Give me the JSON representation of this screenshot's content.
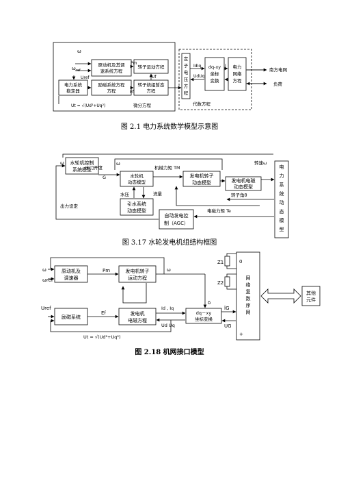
{
  "fig1": {
    "caption": "图 2.1  电力系统数学模型示意图",
    "omega": "ω",
    "omega_ref": "ω",
    "omega_ref_sub": "ref",
    "uref": "Uref",
    "pm": "Pm",
    "ef": "Ef",
    "uf": "Uf",
    "id_iq": "IdIq",
    "ud_uq": "UdUq",
    "i_small": "I",
    "ut_formula": "Ut = √(Ud²+Uq²)",
    "blocks": {
      "prime_mover": [
        "原动机及其调",
        "速系统方程"
      ],
      "rotor_motion": "转子运动方程",
      "pss": [
        "电力系统",
        "稳定器"
      ],
      "excitation": [
        "励磁系统方程",
        "方程"
      ],
      "rotor_winding": [
        "转子绕组暂态",
        "方程"
      ],
      "stator": [
        "定",
        "子",
        "电",
        "压",
        "方",
        "程"
      ],
      "dqxy": [
        "dq-xy",
        "坐标",
        "变换"
      ],
      "network": [
        "电力",
        "网络",
        "方程"
      ]
    },
    "labels": {
      "south_grid": "南方电网",
      "load": "负荷",
      "differential": "微分方程",
      "algebraic": "代数方程"
    }
  },
  "fig2": {
    "caption": "图 3.17  水轮发电机组结构框图",
    "labels": {
      "omega_left": "ω",
      "omega_mid": "ω",
      "speed": "转速ω",
      "gate": "水门开度",
      "g": "G",
      "mech_torque": "机械力矩 TM",
      "water_pressure": "水压",
      "flow": "流量",
      "output_setting": "出力设定",
      "rotor_angle": "转子角θ",
      "em_torque": "电磁力矩 Te"
    },
    "blocks": {
      "turbine_ctrl": [
        "水轮机控制",
        "系统模型"
      ],
      "turbine": [
        "水轮机",
        "动态模型"
      ],
      "gen_rotor": [
        "发电机转子",
        "动态模型"
      ],
      "gen_em": [
        "发电机电磁",
        "动态模型"
      ],
      "water_sys": [
        "引水系统",
        "动态模型"
      ],
      "agc": [
        "自动发电控",
        "制（AGC）"
      ],
      "power_sys": [
        "电",
        "力",
        "系",
        "统",
        "动",
        "态",
        "模",
        "型"
      ]
    }
  },
  "fig3": {
    "caption": "图 2.18   机网接口模型",
    "labels": {
      "omega": "ω",
      "omega_ref": "ωref",
      "omega_out": "ω",
      "pm": "Pm",
      "uref": "Uref",
      "ef": "Ef",
      "id_iq": "Id , Iq",
      "ud_uq": "Ud Uq",
      "delta": "δ",
      "ig": "İG",
      "ug": "UG",
      "ut_formula": "Ut = √(Ud²+Uq²)",
      "z1": "Z1",
      "z2": "Z2",
      "zero": "0",
      "plus": "+"
    },
    "blocks": {
      "prime_mover": [
        "原动机及",
        "调速器"
      ],
      "gen_rotor": [
        "发电机转子",
        "运动方程"
      ],
      "excitation": "励磁系统",
      "gen_em": [
        "发电机",
        "电磁方程"
      ],
      "dqxy": [
        "dq－xy",
        "坐标变换"
      ],
      "network": [
        "网",
        "络",
        "复",
        "数",
        "序",
        "网"
      ],
      "other": [
        "其他",
        "元件"
      ]
    }
  }
}
